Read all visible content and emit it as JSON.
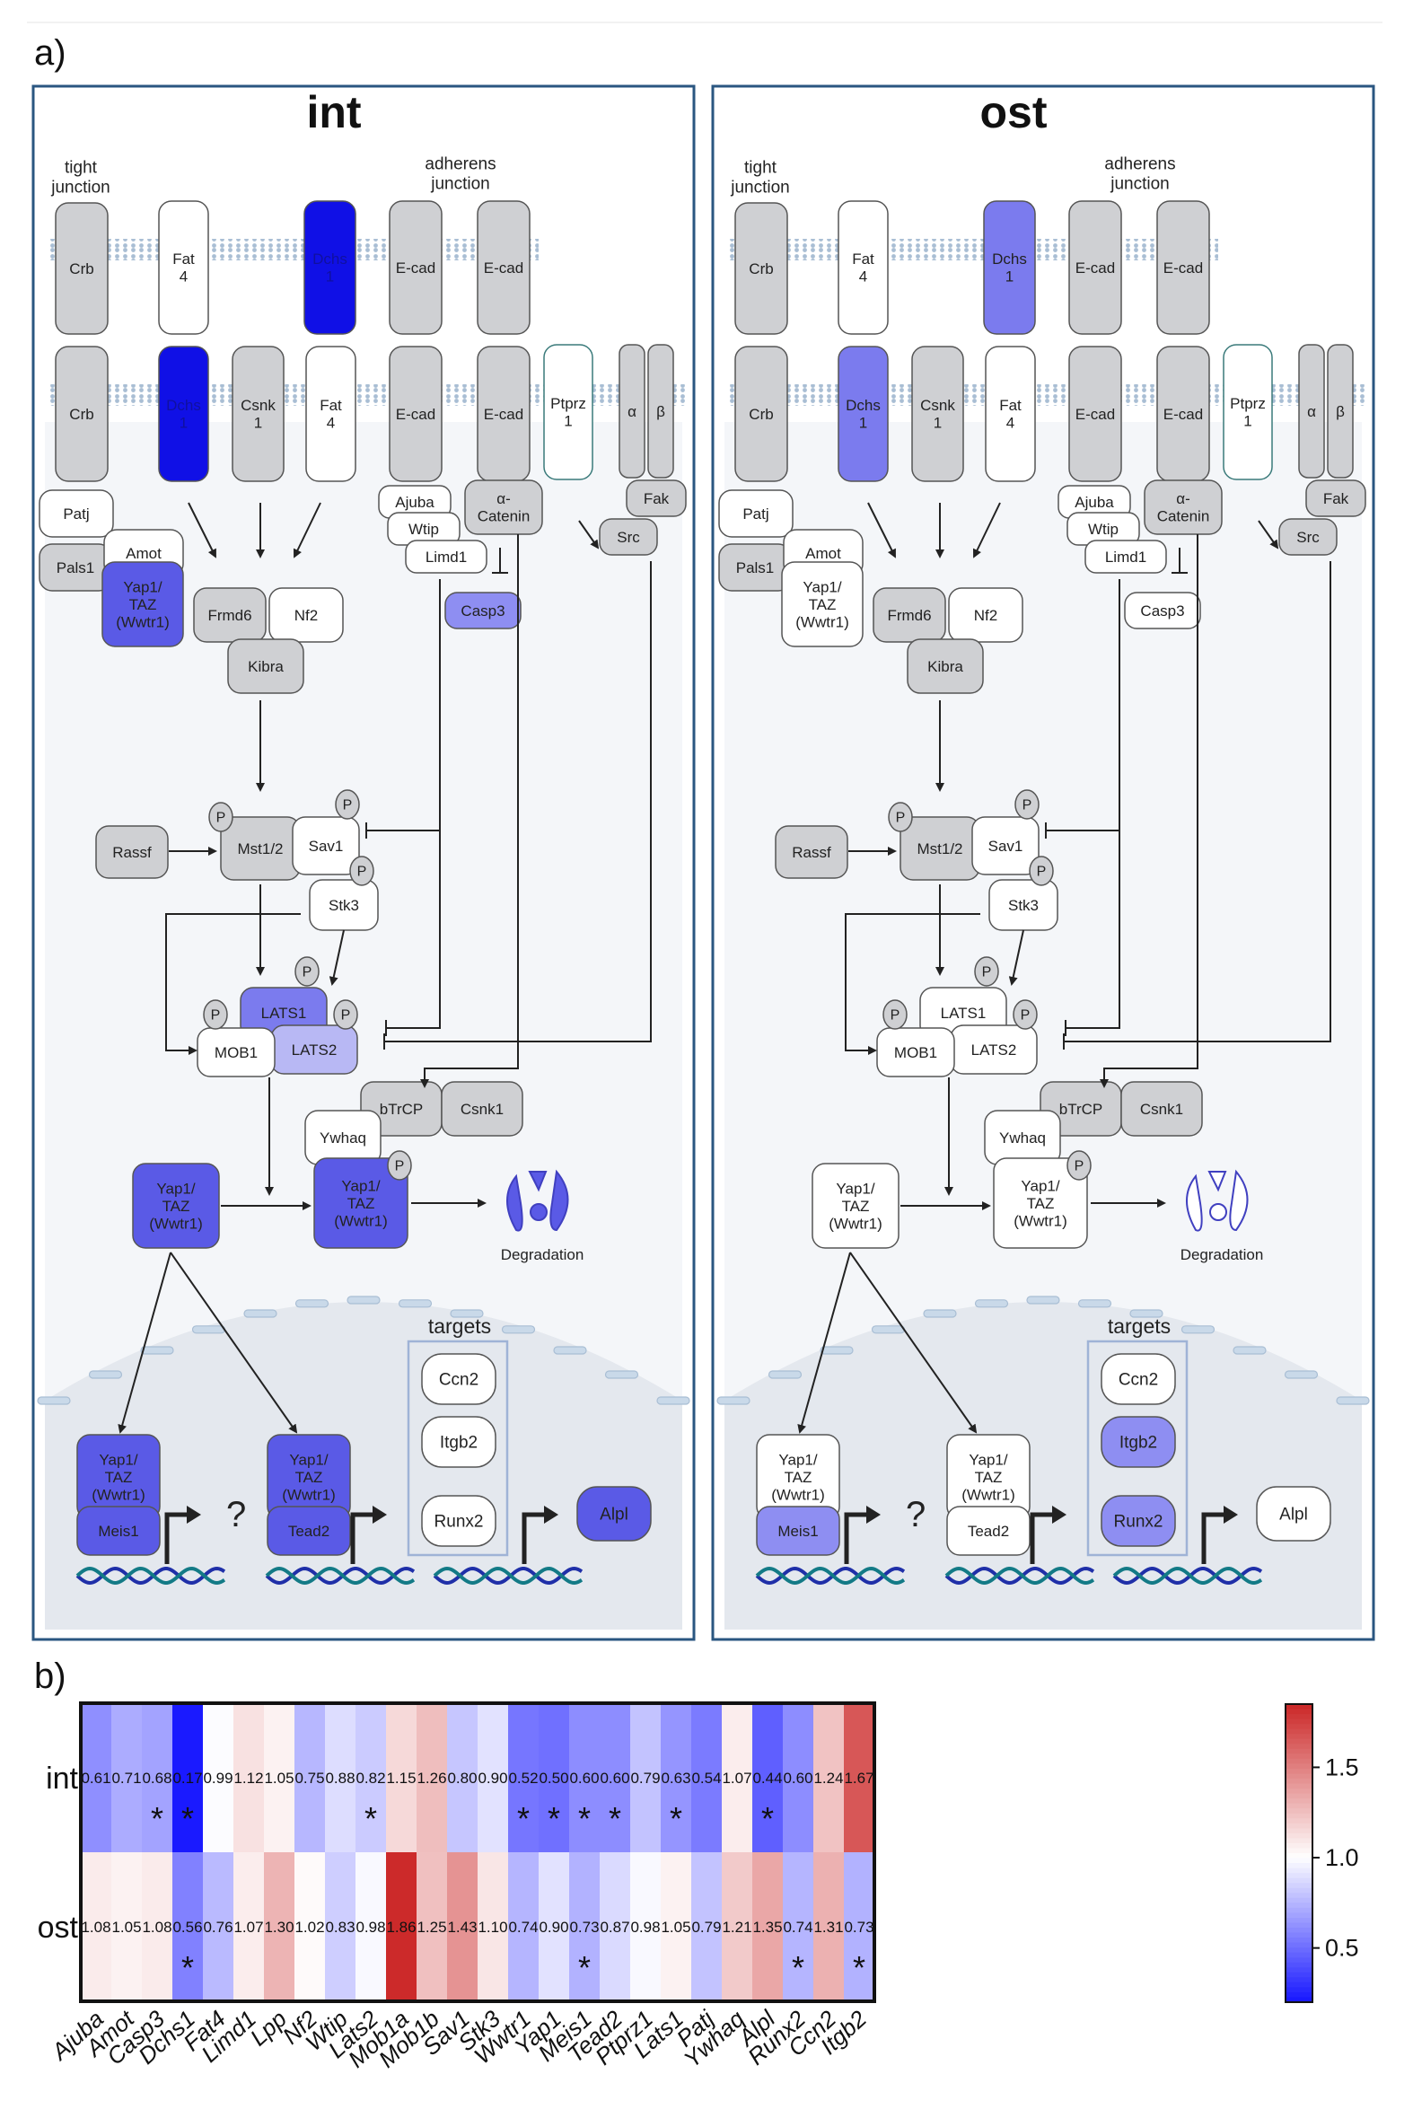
{
  "panel_a": {
    "label": "a)",
    "membrane_labels": {
      "tight_junction": "tight\njunction",
      "adherens_junction": "adherens\njunction"
    },
    "degradation_label": "Degradation",
    "targets_label": "targets",
    "question_mark": "?",
    "colors": {
      "grey": "#cfd0d3",
      "white": "#ffffff",
      "int_strong": "#1010e6",
      "mid_blue": "#5a5ae6",
      "light_blue": "#8e8ef2",
      "pale_blue": "#b8b8f4",
      "background": "#f4f6f9",
      "nucleus": "#e4e8ee"
    },
    "panels": [
      {
        "title": "int",
        "colors": {
          "Dchs1_top": "#1010e6",
          "Dchs1_bottom": "#1010e6",
          "Casp3": "#8e8ef2",
          "Yap1_TAZ_membrane": "#5a5ae6",
          "LATS1": "#7b7bee",
          "LATS2": "#b8b8f4",
          "Yap1_TAZ_cyto": "#5a5ae6",
          "Yap1_TAZ_P": "#5a5ae6",
          "Degradation_icon": "#5a5ae6",
          "Yap1_TAZ_nuc1": "#5a5ae6",
          "Meis1": "#5a5ae6",
          "Yap1_TAZ_nuc2": "#5a5ae6",
          "Tead2": "#5a5ae6",
          "Ccn2": "#ffffff",
          "Itgb2": "#ffffff",
          "Runx2": "#ffffff",
          "Alpl": "#5a5ae6"
        }
      },
      {
        "title": "ost",
        "colors": {
          "Dchs1_top": "#7b7bee",
          "Dchs1_bottom": "#7b7bee",
          "Casp3": "#ffffff",
          "Yap1_TAZ_membrane": "#ffffff",
          "LATS1": "#ffffff",
          "LATS2": "#ffffff",
          "Yap1_TAZ_cyto": "#ffffff",
          "Yap1_TAZ_P": "#ffffff",
          "Degradation_icon": "#ffffff",
          "Yap1_TAZ_nuc1": "#ffffff",
          "Meis1": "#8e8ef2",
          "Yap1_TAZ_nuc2": "#ffffff",
          "Tead2": "#ffffff",
          "Ccn2": "#ffffff",
          "Itgb2": "#8e8ef2",
          "Runx2": "#8e8ef2",
          "Alpl": "#ffffff"
        }
      }
    ],
    "node_labels": {
      "Crb": "Crb",
      "Fat4": "Fat\n4",
      "Dchs1": "Dchs\n1",
      "Ecad": "E-cad",
      "Csnk1": "Csnk\n1",
      "Ptprz1": "Ptprz\n1",
      "alpha": "α",
      "beta": "β",
      "Patj": "Patj",
      "Amot": "Amot",
      "Pals1": "Pals1",
      "YapTAZ": "Yap1/\nTAZ\n(Wwtr1)",
      "Frmd6": "Frmd6",
      "Nf2": "Nf2",
      "Kibra": "Kibra",
      "Ajuba": "Ajuba",
      "Wtip": "Wtip",
      "Limd1": "Limd1",
      "aCatenin": "α-\nCatenin",
      "Casp3": "Casp3",
      "Fak": "Fak",
      "Src": "Src",
      "Rassf": "Rassf",
      "Mst12": "Mst1/2",
      "Sav1": "Sav1",
      "Stk3": "Stk3",
      "P": "P",
      "LATS1": "LATS1",
      "LATS2": "LATS2",
      "MOB1": "MOB1",
      "bTrCP": "bTrCP",
      "Csnk1b": "Csnk1",
      "Ywhaq": "Ywhaq",
      "Meis1": "Meis1",
      "Tead2": "Tead2",
      "Ccn2": "Ccn2",
      "Itgb2": "Itgb2",
      "Runx2": "Runx2",
      "Alpl": "Alpl"
    }
  },
  "chart_data": {
    "type": "heatmap",
    "panel_label": "b)",
    "rows": [
      "int",
      "ost"
    ],
    "columns": [
      "Ajuba",
      "Amot",
      "Casp3",
      "Dchs1",
      "Fat4",
      "Limd1",
      "Lpp",
      "Nf2",
      "Wtip",
      "Lats2",
      "Mob1a",
      "Mob1b",
      "Sav1",
      "Stk3",
      "Wwtr1",
      "Yap1",
      "Meis1",
      "Tead2",
      "Ptprz1",
      "Lats1",
      "Patj",
      "Ywhaq",
      "Alpl",
      "Runx2",
      "Ccn2",
      "Itgb2"
    ],
    "values": [
      [
        0.61,
        0.71,
        0.68,
        0.17,
        0.99,
        1.12,
        1.05,
        0.75,
        0.88,
        0.82,
        1.15,
        1.26,
        0.8,
        0.9,
        0.52,
        0.5,
        0.6,
        0.6,
        0.79,
        0.63,
        0.54,
        1.07,
        0.44,
        0.6,
        1.24,
        1.67
      ],
      [
        1.08,
        1.05,
        1.08,
        0.56,
        0.76,
        1.07,
        1.3,
        1.02,
        0.83,
        0.98,
        1.86,
        1.25,
        1.43,
        1.1,
        0.74,
        0.9,
        0.73,
        0.87,
        0.98,
        1.05,
        0.79,
        1.21,
        1.35,
        0.74,
        1.31,
        0.73
      ]
    ],
    "value_labels": [
      [
        "0.61",
        "0.71",
        "0.68",
        "0.17",
        "0.99",
        "1.12",
        "1.05",
        "0.75",
        "0.88",
        "0.82",
        "1.15",
        "1.26",
        "0.80",
        "0.90",
        "0.52",
        "0.50",
        "0.60",
        "0.60",
        "0.79",
        "0.63",
        "0.54",
        "1.07",
        "0.44",
        "0.60",
        "1.24",
        "1.67"
      ],
      [
        "1.08",
        "1.05",
        "1.08",
        "0.56",
        "0.76",
        "1.07",
        "1.30",
        "1.02",
        "0.83",
        "0.98",
        "1.86",
        "1.25",
        "1.43",
        "1.10",
        "0.74",
        "0.90",
        "0.73",
        "0.87",
        "0.98",
        "1.05",
        "0.79",
        "1.21",
        "1.35",
        "0.74",
        "1.31",
        "0.73"
      ]
    ],
    "significant": [
      [
        false,
        false,
        true,
        true,
        false,
        false,
        false,
        false,
        false,
        true,
        false,
        false,
        false,
        false,
        true,
        true,
        true,
        true,
        false,
        true,
        false,
        false,
        true,
        false,
        false,
        false
      ],
      [
        false,
        false,
        false,
        true,
        false,
        false,
        false,
        false,
        false,
        false,
        false,
        false,
        false,
        false,
        false,
        false,
        true,
        false,
        false,
        false,
        false,
        false,
        false,
        true,
        false,
        true
      ]
    ],
    "significance_marker": "*",
    "colorscale": {
      "min": 0.2,
      "mid": 1.0,
      "max": 1.85,
      "low_color": "#1a1aff",
      "mid_color": "#ffffff",
      "high_color": "#cc2a2a"
    },
    "colorbar_ticks": [
      "1.5",
      "1.0",
      "0.5"
    ],
    "colorbar_tick_values": [
      1.5,
      1.0,
      0.5
    ]
  }
}
